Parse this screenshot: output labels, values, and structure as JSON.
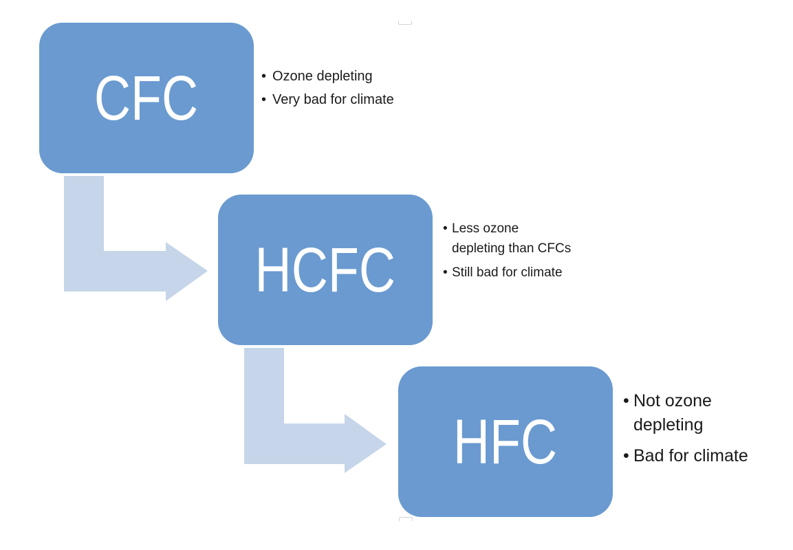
{
  "diagram": {
    "type": "step-down-process",
    "colors": {
      "box_fill": "#6a9ad0",
      "box_text": "#ffffff",
      "arrow_fill": "#c6d5e9",
      "note_text": "#1a1a1a",
      "background": "#ffffff"
    },
    "steps": [
      {
        "label": "CFC",
        "notes": [
          "Ozone depleting",
          "Very bad for climate"
        ]
      },
      {
        "label": "HCFC",
        "notes": [
          "Less ozone depleting than CFCs",
          "Still bad for climate"
        ]
      },
      {
        "label": "HFC",
        "notes": [
          "Not ozone depleting",
          "Bad for climate"
        ]
      }
    ],
    "connectors": [
      {
        "from": "CFC",
        "to": "HCFC",
        "shape": "bent-arrow-down-right"
      },
      {
        "from": "HCFC",
        "to": "HFC",
        "shape": "bent-arrow-down-right"
      }
    ],
    "bullet_glyph": "•"
  }
}
